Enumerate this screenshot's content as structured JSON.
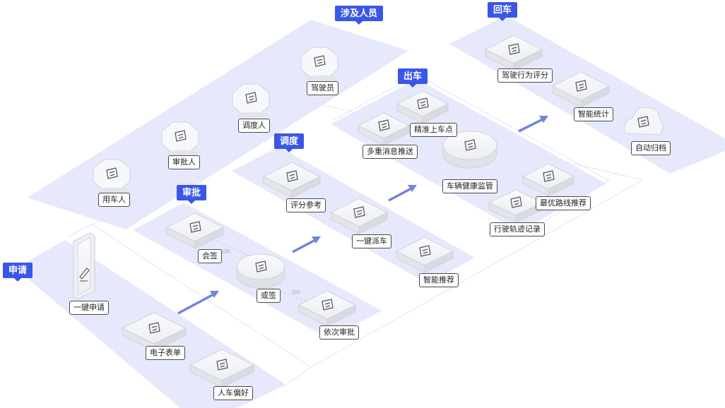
{
  "stages": {
    "apply": "申请",
    "approve": "审批",
    "dispatch": "调度",
    "depart": "出车",
    "return": "回车",
    "people": "涉及人员"
  },
  "nodes": {
    "one_click_apply": "一键申请",
    "e_form": "电子表单",
    "vehicle_pref": "人车偏好",
    "countersign": "会签",
    "or_sign": "或签",
    "sequential": "依次审批",
    "score_ref": "评分参考",
    "one_click_dispatch": "一键派车",
    "smart_recommend": "智能推荐",
    "multi_notify": "多重消息推送",
    "precise_pickup": "精准上车点",
    "vehicle_health": "车辆健康监管",
    "best_route": "最优路线推荐",
    "track_record": "行驶轨迹记录",
    "driving_score": "驾驶行为评分",
    "smart_stats": "智能统计",
    "auto_archive": "自动归档",
    "car_user": "用车人",
    "approver": "审批人",
    "dispatcher": "调度人",
    "driver": "驾驶员"
  },
  "or_text": "OR",
  "colors": {
    "accent": "#3a57e8",
    "band": "#e6e9fb",
    "arrow": "#6f86d9"
  },
  "icons": [
    "pen-icon",
    "form-icon",
    "seat-icon",
    "checklist-icon",
    "edit-doc-icon",
    "stamp-icon",
    "star-doc-icon",
    "hand-tap-icon",
    "thumbs-up-icon",
    "bell-icon",
    "location-pin-icon",
    "car-icon",
    "route-icon",
    "track-icon",
    "person-star-icon",
    "pie-chart-icon",
    "folder-cloud-icon",
    "user-icon",
    "stamp-user-icon",
    "list-doc-icon",
    "driver-icon"
  ]
}
